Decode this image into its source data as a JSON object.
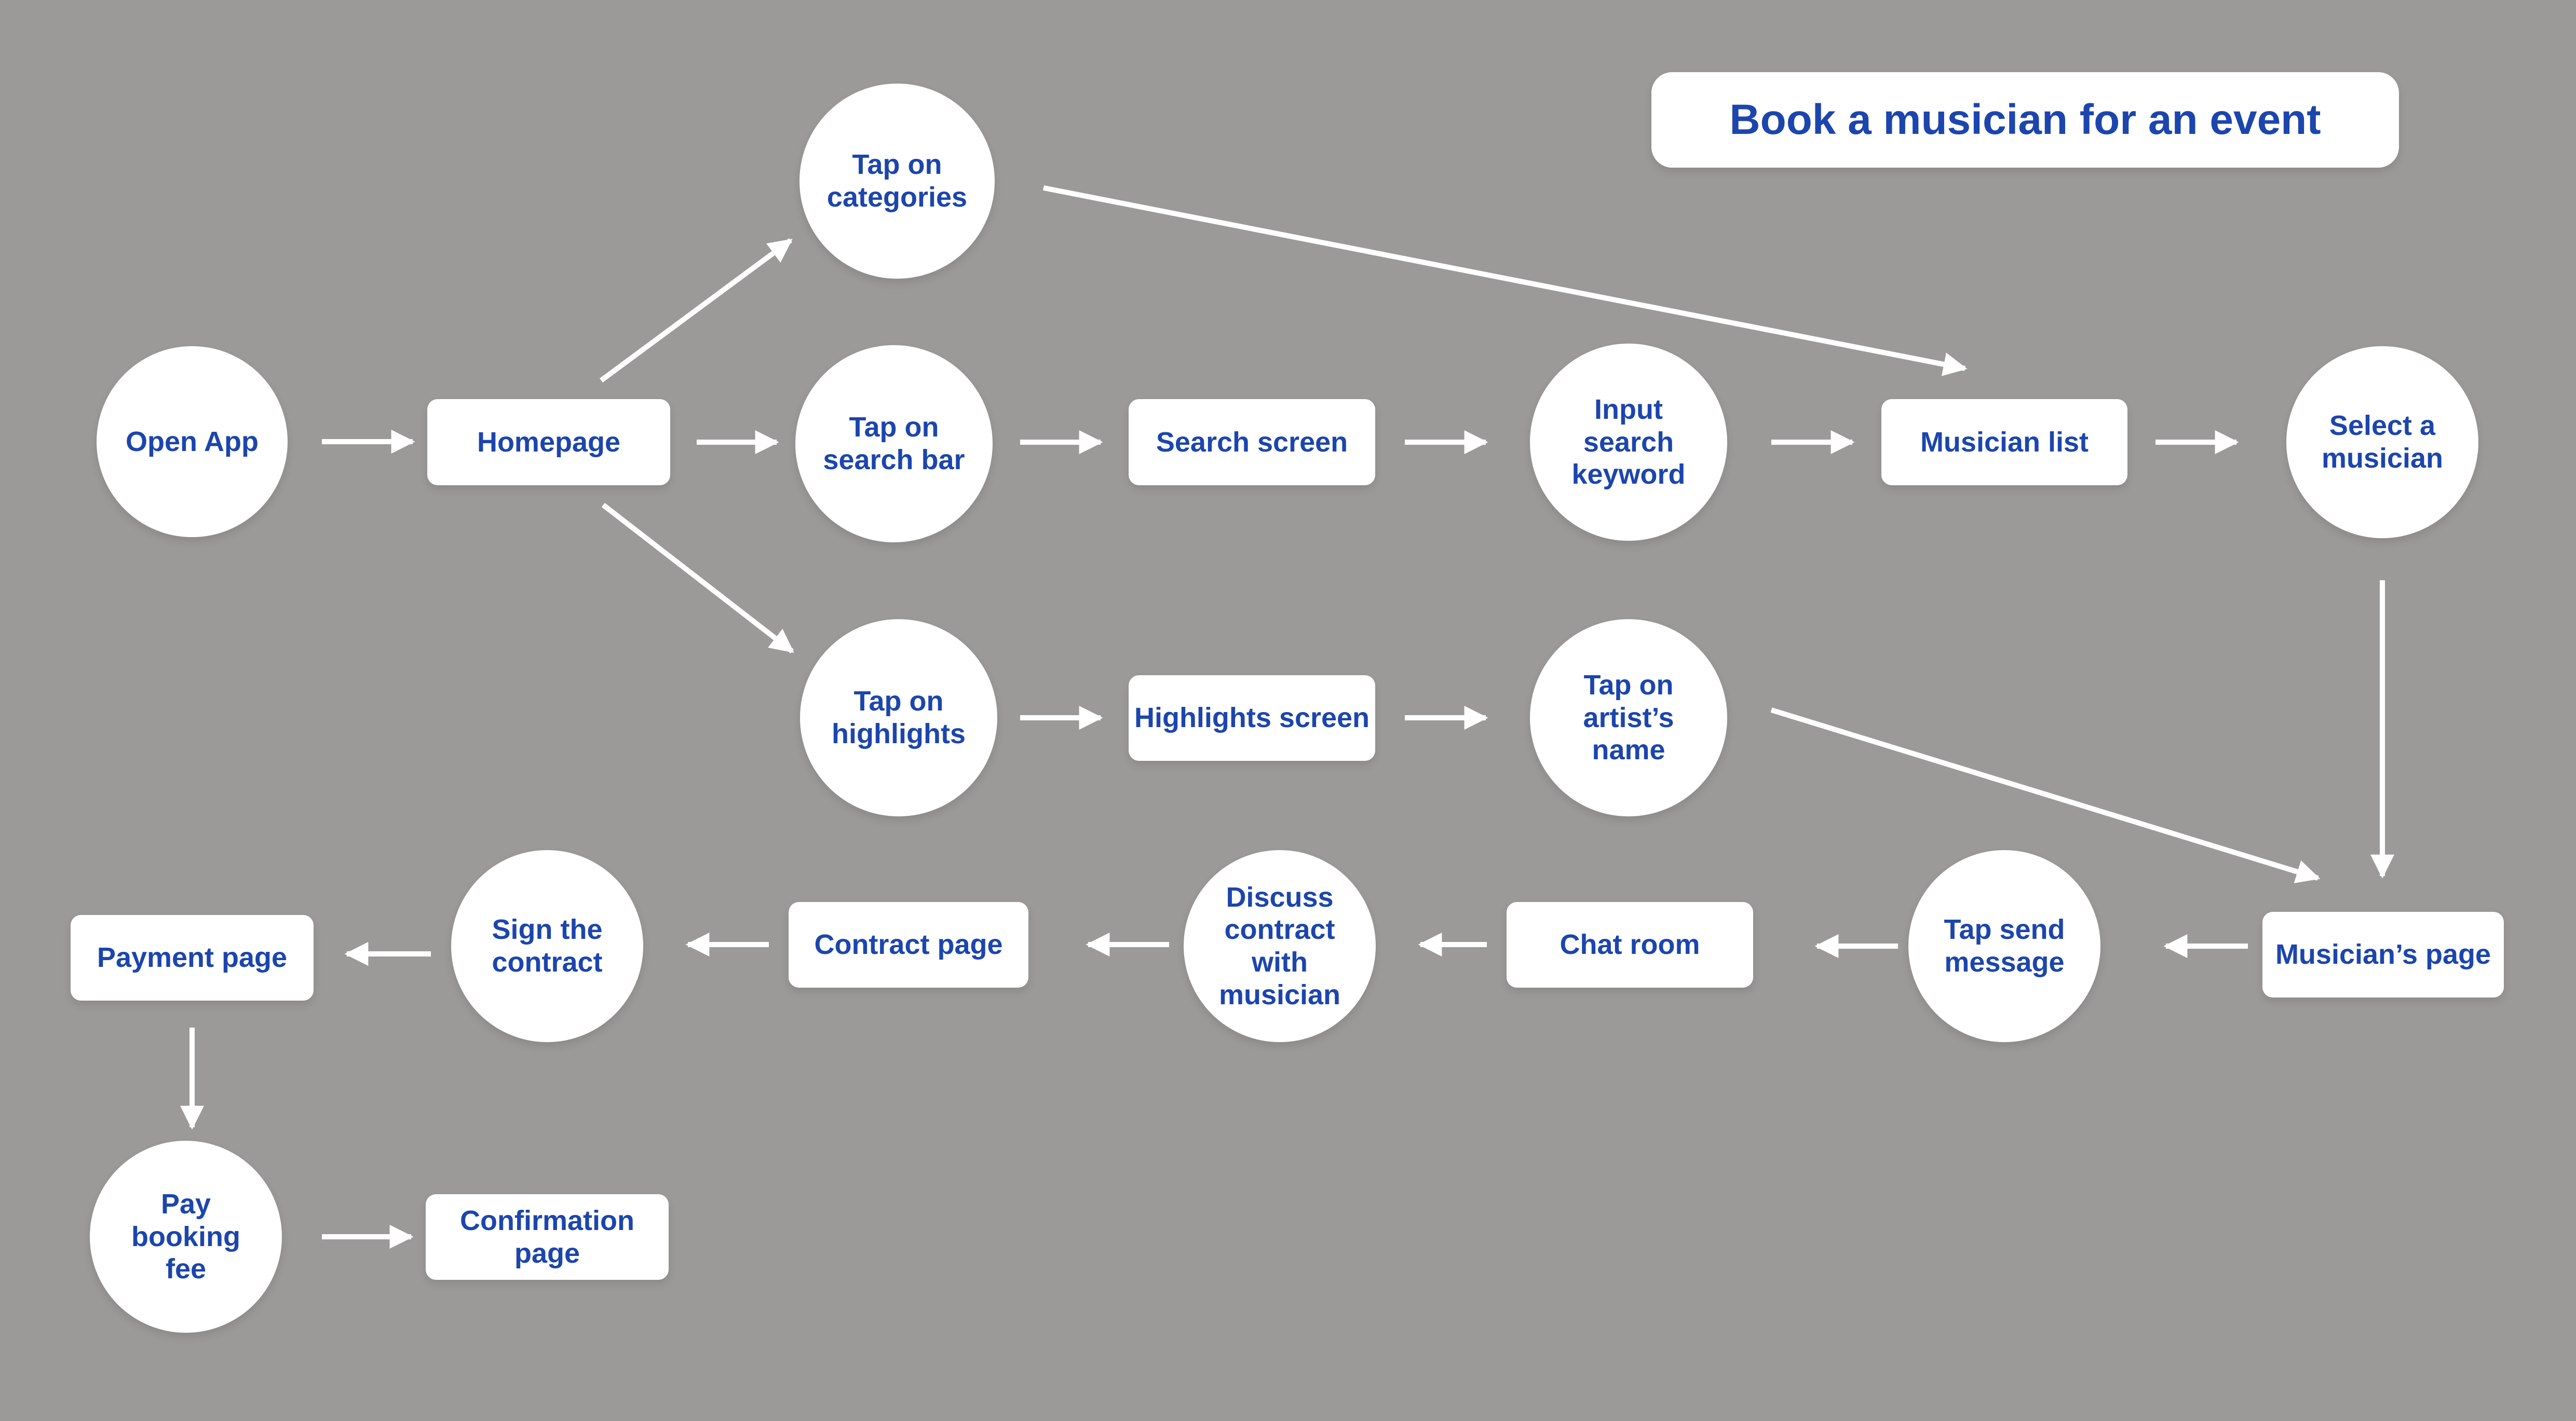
{
  "title": "Book a musician for an event",
  "colors": {
    "background": "#9b9a98",
    "shape_fill": "#ffffff",
    "text_blue": "#1c45ad",
    "arrow": "#ffffff"
  },
  "nodes": [
    {
      "id": "open-app",
      "shape": "circle",
      "label": "Open App"
    },
    {
      "id": "homepage",
      "shape": "rect",
      "label": "Homepage"
    },
    {
      "id": "tap-on-categories",
      "shape": "circle",
      "label": "Tap on\ncategories"
    },
    {
      "id": "tap-on-search-bar",
      "shape": "circle",
      "label": "Tap on\nsearch bar"
    },
    {
      "id": "search-screen",
      "shape": "rect",
      "label": "Search screen"
    },
    {
      "id": "input-search-keyword",
      "shape": "circle",
      "label": "Input\nsearch\nkeyword"
    },
    {
      "id": "musician-list",
      "shape": "rect",
      "label": "Musician list"
    },
    {
      "id": "select-a-musician",
      "shape": "circle",
      "label": "Select a\nmusician"
    },
    {
      "id": "tap-on-highlights",
      "shape": "circle",
      "label": "Tap on\nhighlights"
    },
    {
      "id": "highlights-screen",
      "shape": "rect",
      "label": "Highlights screen"
    },
    {
      "id": "tap-on-artists-name",
      "shape": "circle",
      "label": "Tap on\nartist’s\nname"
    },
    {
      "id": "musicians-page",
      "shape": "rect",
      "label": "Musician’s page"
    },
    {
      "id": "tap-send-message",
      "shape": "circle",
      "label": "Tap send\nmessage"
    },
    {
      "id": "chat-room",
      "shape": "rect",
      "label": "Chat room"
    },
    {
      "id": "discuss-contract-with-musician",
      "shape": "circle",
      "label": "Discuss\ncontract\nwith\nmusician"
    },
    {
      "id": "contract-page",
      "shape": "rect",
      "label": "Contract page"
    },
    {
      "id": "sign-the-contract",
      "shape": "circle",
      "label": "Sign the\ncontract"
    },
    {
      "id": "payment-page",
      "shape": "rect",
      "label": "Payment page"
    },
    {
      "id": "pay-booking-fee",
      "shape": "circle",
      "label": "Pay\nbooking\nfee"
    },
    {
      "id": "confirmation-page",
      "shape": "rect",
      "label": "Confirmation\npage"
    }
  ],
  "edges": [
    {
      "from": "open-app",
      "to": "homepage"
    },
    {
      "from": "homepage",
      "to": "tap-on-categories"
    },
    {
      "from": "homepage",
      "to": "tap-on-search-bar"
    },
    {
      "from": "homepage",
      "to": "tap-on-highlights"
    },
    {
      "from": "tap-on-categories",
      "to": "musician-list"
    },
    {
      "from": "tap-on-search-bar",
      "to": "search-screen"
    },
    {
      "from": "search-screen",
      "to": "input-search-keyword"
    },
    {
      "from": "input-search-keyword",
      "to": "musician-list"
    },
    {
      "from": "musician-list",
      "to": "select-a-musician"
    },
    {
      "from": "select-a-musician",
      "to": "musicians-page"
    },
    {
      "from": "tap-on-highlights",
      "to": "highlights-screen"
    },
    {
      "from": "highlights-screen",
      "to": "tap-on-artists-name"
    },
    {
      "from": "tap-on-artists-name",
      "to": "musicians-page"
    },
    {
      "from": "musicians-page",
      "to": "tap-send-message"
    },
    {
      "from": "tap-send-message",
      "to": "chat-room"
    },
    {
      "from": "chat-room",
      "to": "discuss-contract-with-musician"
    },
    {
      "from": "discuss-contract-with-musician",
      "to": "contract-page"
    },
    {
      "from": "contract-page",
      "to": "sign-the-contract"
    },
    {
      "from": "sign-the-contract",
      "to": "payment-page"
    },
    {
      "from": "payment-page",
      "to": "pay-booking-fee"
    },
    {
      "from": "pay-booking-fee",
      "to": "confirmation-page"
    }
  ]
}
